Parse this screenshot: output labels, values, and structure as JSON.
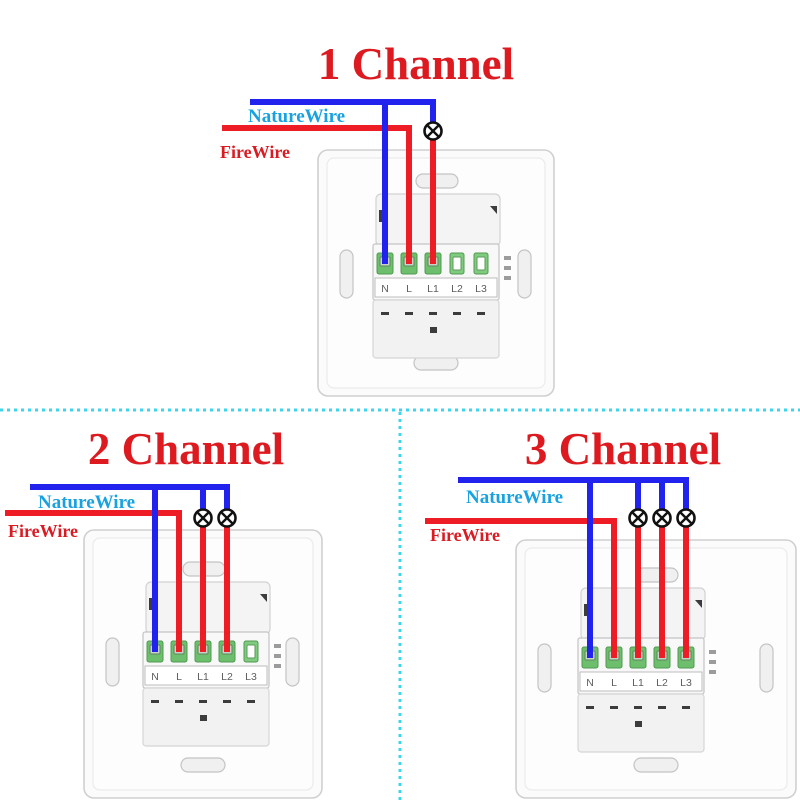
{
  "colors": {
    "title": "#dc1a20",
    "fire_wire": "#ee1c25",
    "nature_wire": "#2222ee",
    "nature_label": "#1aa2e0",
    "fire_label": "#d91c24",
    "separator": "#3dd4ee",
    "terminal_wired": "#6dbf6d",
    "terminal_empty": "#7fcb7f"
  },
  "icons": {
    "lamp": "lamp-icon"
  },
  "panels": [
    {
      "title": "1 Channel",
      "nature_label": "NatureWire",
      "fire_label": "FireWire",
      "terminals": [
        {
          "label": "N",
          "wired": true
        },
        {
          "label": "L",
          "wired": true
        },
        {
          "label": "L1",
          "wired": true
        },
        {
          "label": "L2",
          "wired": false
        },
        {
          "label": "L3",
          "wired": false
        }
      ]
    },
    {
      "title": "2 Channel",
      "nature_label": "NatureWire",
      "fire_label": "FireWire",
      "terminals": [
        {
          "label": "N",
          "wired": true
        },
        {
          "label": "L",
          "wired": true
        },
        {
          "label": "L1",
          "wired": true
        },
        {
          "label": "L2",
          "wired": true
        },
        {
          "label": "L3",
          "wired": false
        }
      ]
    },
    {
      "title": "3 Channel",
      "nature_label": "NatureWire",
      "fire_label": "FireWire",
      "terminals": [
        {
          "label": "N",
          "wired": true
        },
        {
          "label": "L",
          "wired": true
        },
        {
          "label": "L1",
          "wired": true
        },
        {
          "label": "L2",
          "wired": true
        },
        {
          "label": "L3",
          "wired": true
        }
      ]
    }
  ]
}
